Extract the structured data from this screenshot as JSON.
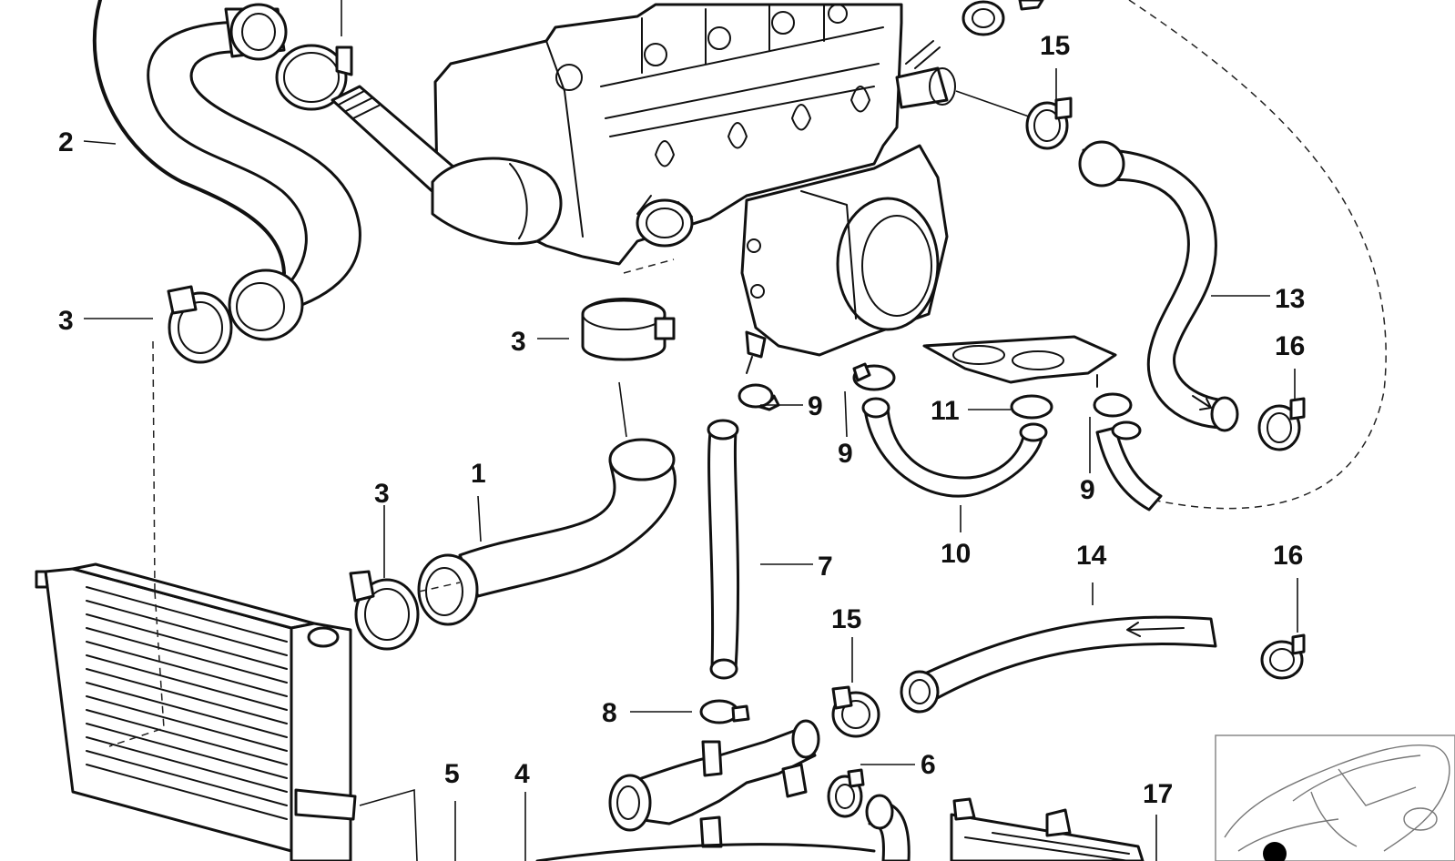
{
  "diagram": {
    "colors": {
      "line": "#111111",
      "background": "#ffffff",
      "locator": "#777777"
    },
    "callouts": {
      "c1": "1",
      "c2": "2",
      "c3a": "3",
      "c3b": "3",
      "c3c": "3",
      "c4": "4",
      "c5": "5",
      "c6": "6",
      "c7": "7",
      "c8": "8",
      "c9a": "9",
      "c9b": "9",
      "c9c": "9",
      "c10": "10",
      "c11": "11",
      "c13": "13",
      "c14": "14",
      "c15a": "15",
      "c15b": "15",
      "c16a": "16",
      "c16b": "16",
      "c17": "17"
    }
  }
}
